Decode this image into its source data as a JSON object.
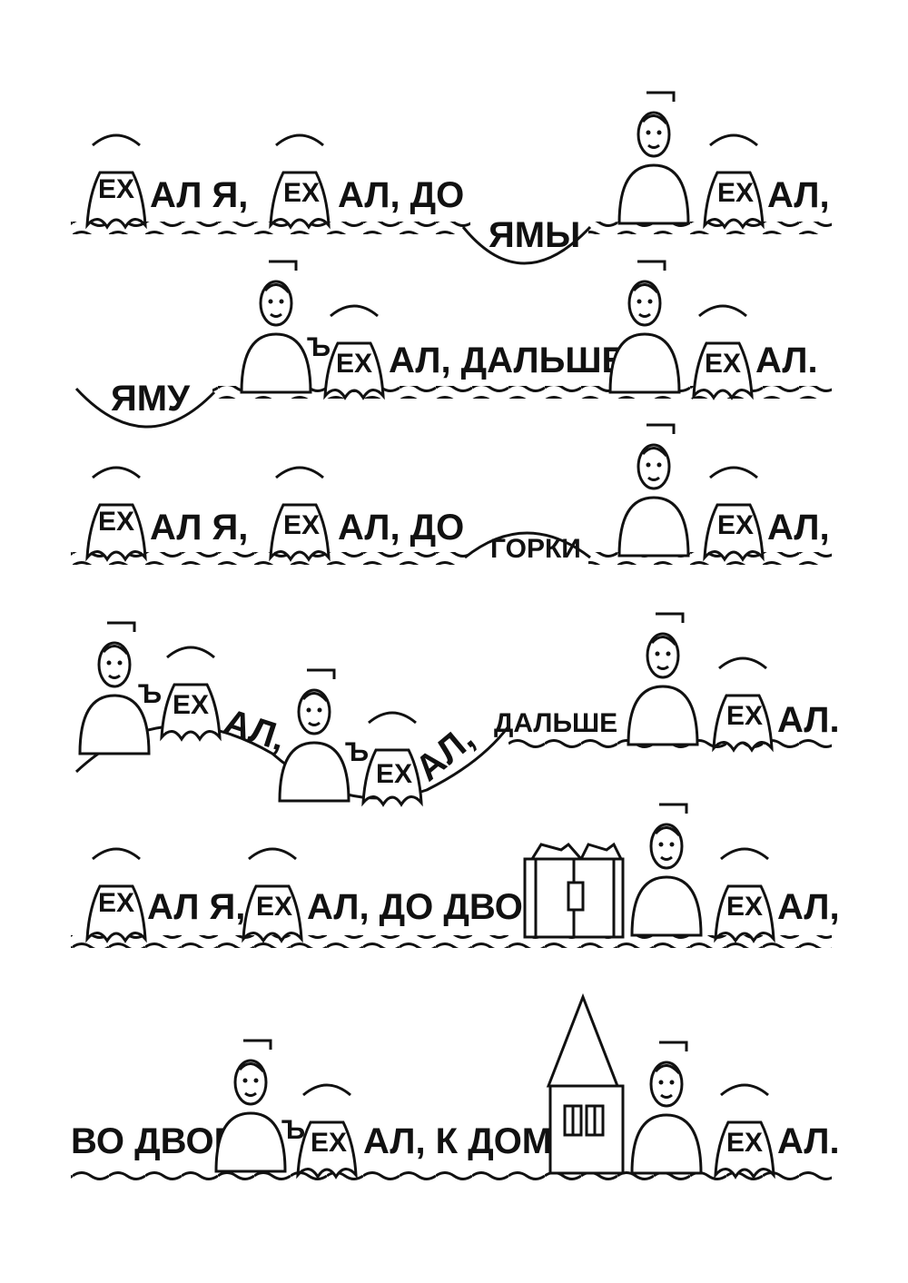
{
  "line1": {
    "w1": "ЕХ",
    "w2": "АЛ Я,",
    "w3": "ЕХ",
    "w4": "АЛ, ДО",
    "w5": "ЯМЫ",
    "w6": "ЕХ",
    "w7": "АЛ,"
  },
  "line2": {
    "w1": "ЯМУ",
    "w2": "Ъ",
    "w3": "ЕХ",
    "w4": "АЛ, ДАЛЬШЕ",
    "w5": "ЕХ",
    "w6": "АЛ."
  },
  "line3": {
    "w1": "ЕХ",
    "w2": "АЛ Я,",
    "w3": "ЕХ",
    "w4": "АЛ, ДО",
    "w5": "ГОРКИ",
    "w6": "ЕХ",
    "w7": "АЛ,"
  },
  "line4": {
    "w1": "Ъ",
    "w2": "ЕХ",
    "w3": "АЛ,",
    "w4": "Ъ",
    "w5": "ЕХ",
    "w6": "АЛ,",
    "w7": "ДАЛЬШЕ",
    "w8": "ЕХ",
    "w9": "АЛ."
  },
  "line5": {
    "w1": "ЕХ",
    "w2": "АЛ Я,",
    "w3": "ЕХ",
    "w4": "АЛ, ДО ДВОРА",
    "w5": "ЕХ",
    "w6": "АЛ,"
  },
  "line6": {
    "w1": "ВО ДВОР",
    "w2": "Ъ",
    "w3": "ЕХ",
    "w4": "АЛ, К ДОМУ",
    "w5": "ЕХ",
    "w6": "АЛ."
  }
}
